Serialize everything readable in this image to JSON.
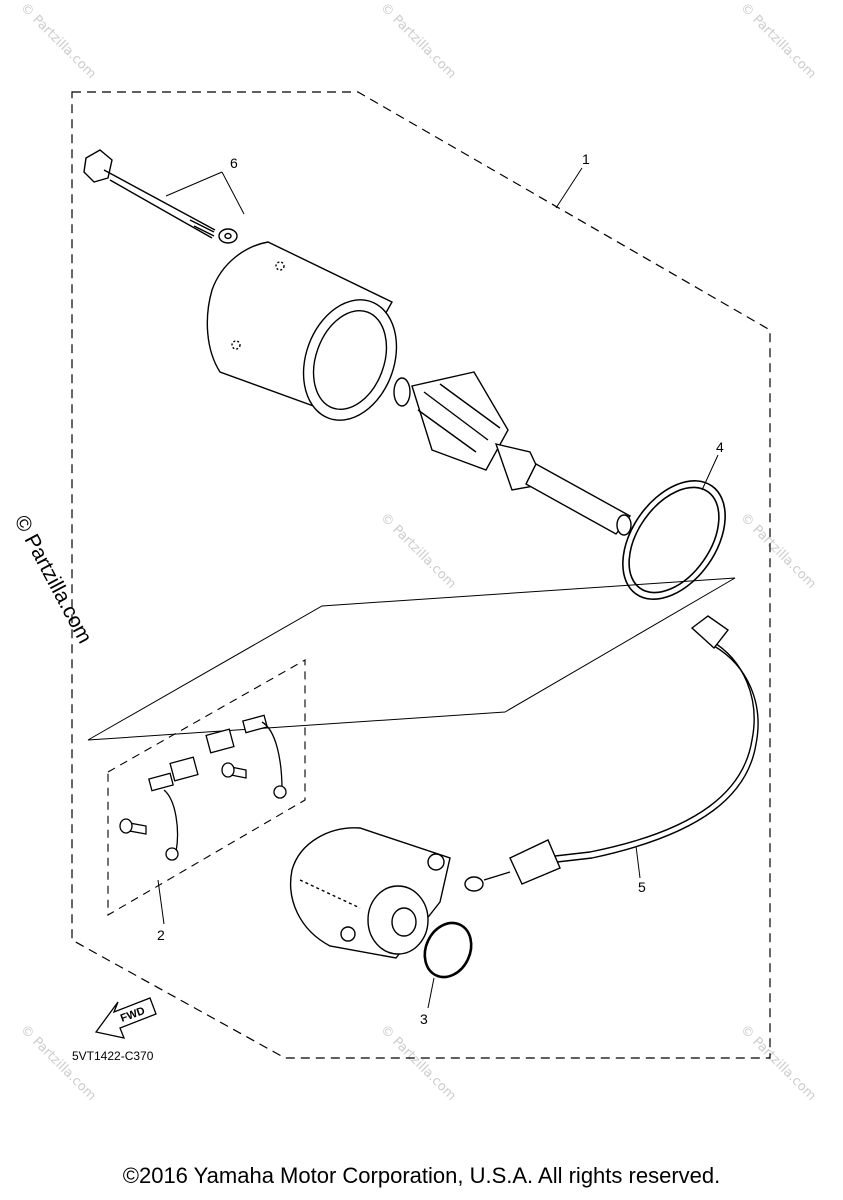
{
  "callouts": {
    "c1": "1",
    "c2": "2",
    "c3": "3",
    "c4": "4",
    "c5": "5",
    "c6": "6"
  },
  "diagram_code": "5VT1422-C370",
  "fwd_label": "FWD",
  "watermark": {
    "side": "© Partzilla.com",
    "tile": "© Partzilla.com"
  },
  "copyright": "©2016 Yamaha Motor Corporation, U.S.A. All rights reserved."
}
